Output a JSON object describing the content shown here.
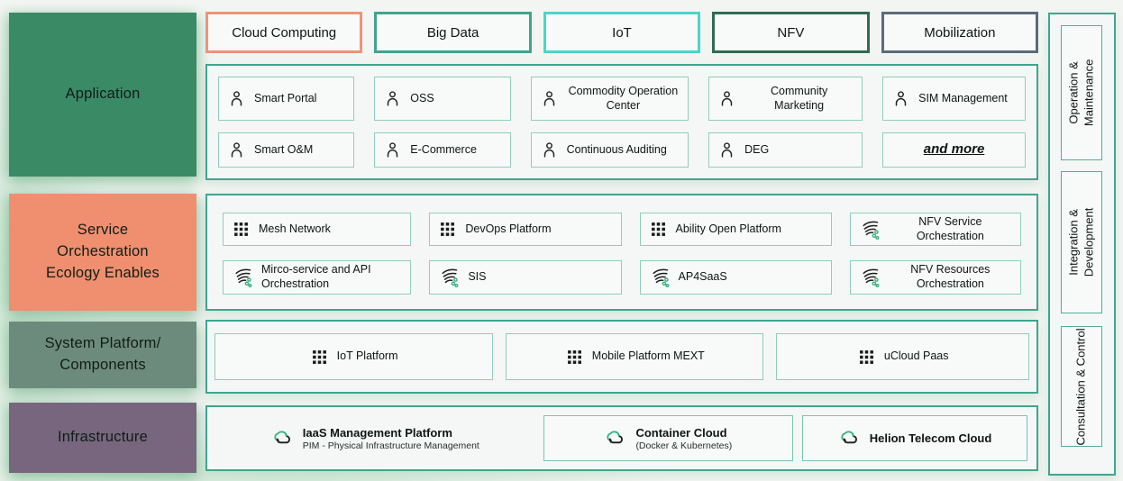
{
  "colors": {
    "background": "#f3f5f3",
    "panel_border_teal": "#3ea591",
    "item_border_teal": "#8fcdbc",
    "icon_green": "#35b37e",
    "glow_green": "#8cc9a0"
  },
  "headers": [
    {
      "label": "Cloud Computing",
      "style": "border-color:#ec9577"
    },
    {
      "label": "Big Data",
      "style": "border-color:#43a38d"
    },
    {
      "label": "IoT",
      "style": "border-color:#4bd5cc"
    },
    {
      "label": "NFV",
      "style": "border-color:#2f6b55"
    },
    {
      "label": "Mobilization",
      "style": "border-color:#5a6b7c"
    }
  ],
  "rows": {
    "application": {
      "label": "Application",
      "label_style": "background:#3a8a65",
      "items": [
        {
          "label": "Smart Portal",
          "icon": "person-icon"
        },
        {
          "label": "OSS",
          "icon": "person-icon"
        },
        {
          "label": "Commodity Operation Center",
          "icon": "person-icon"
        },
        {
          "label": "Community Marketing",
          "icon": "person-icon"
        },
        {
          "label": "SIM Management",
          "icon": "person-icon"
        },
        {
          "label": "Smart O&M",
          "icon": "person-icon"
        },
        {
          "label": "E-Commerce",
          "icon": "person-icon"
        },
        {
          "label": "Continuous Auditing",
          "icon": "person-icon"
        },
        {
          "label": "DEG",
          "icon": "person-icon"
        },
        {
          "label": "and more",
          "icon": "none"
        }
      ]
    },
    "service": {
      "label": "Service Orchestration Ecology Enables",
      "label_style": "background:#ef8f6f",
      "items": [
        {
          "label": "Mesh Network",
          "icon": "app-grid-icon"
        },
        {
          "label": "DevOps Platform",
          "icon": "app-grid-icon"
        },
        {
          "label": "Ability Open Platform",
          "icon": "app-grid-icon"
        },
        {
          "label": "NFV Service Orchestration",
          "icon": "orchestration-icon"
        },
        {
          "label": "Mirco-service and API Orchestration",
          "icon": "orchestration-icon"
        },
        {
          "label": "SIS",
          "icon": "orchestration-icon"
        },
        {
          "label": "AP4SaaS",
          "icon": "orchestration-icon"
        },
        {
          "label": "NFV Resources Orchestration",
          "icon": "orchestration-icon"
        }
      ]
    },
    "system": {
      "label": "System Platform/ Components",
      "label_style": "background:#6d8b7d",
      "items": [
        {
          "label": "IoT Platform",
          "icon": "app-grid-icon"
        },
        {
          "label": "Mobile Platform MEXT",
          "icon": "app-grid-icon"
        },
        {
          "label": "uCloud Paas",
          "icon": "app-grid-icon"
        }
      ]
    },
    "infrastructure": {
      "label": "Infrastructure",
      "label_style": "background:#77667e",
      "items": [
        {
          "title": "IaaS Management Platform",
          "subtitle": "PIM - Physical Infrastructure Management",
          "icon": "cloud-sync-icon"
        },
        {
          "title": "Container Cloud",
          "subtitle": "(Docker & Kubernetes)",
          "icon": "cloud-sync-icon"
        },
        {
          "title": "Helion Telecom Cloud",
          "subtitle": "",
          "icon": "cloud-sync-icon"
        }
      ]
    }
  },
  "right_rail": {
    "items": [
      {
        "lines": [
          "Operation &",
          "Maintenance"
        ]
      },
      {
        "lines": [
          "Integration &",
          "Development"
        ]
      },
      {
        "lines": [
          "Consultation & Control"
        ]
      }
    ]
  }
}
